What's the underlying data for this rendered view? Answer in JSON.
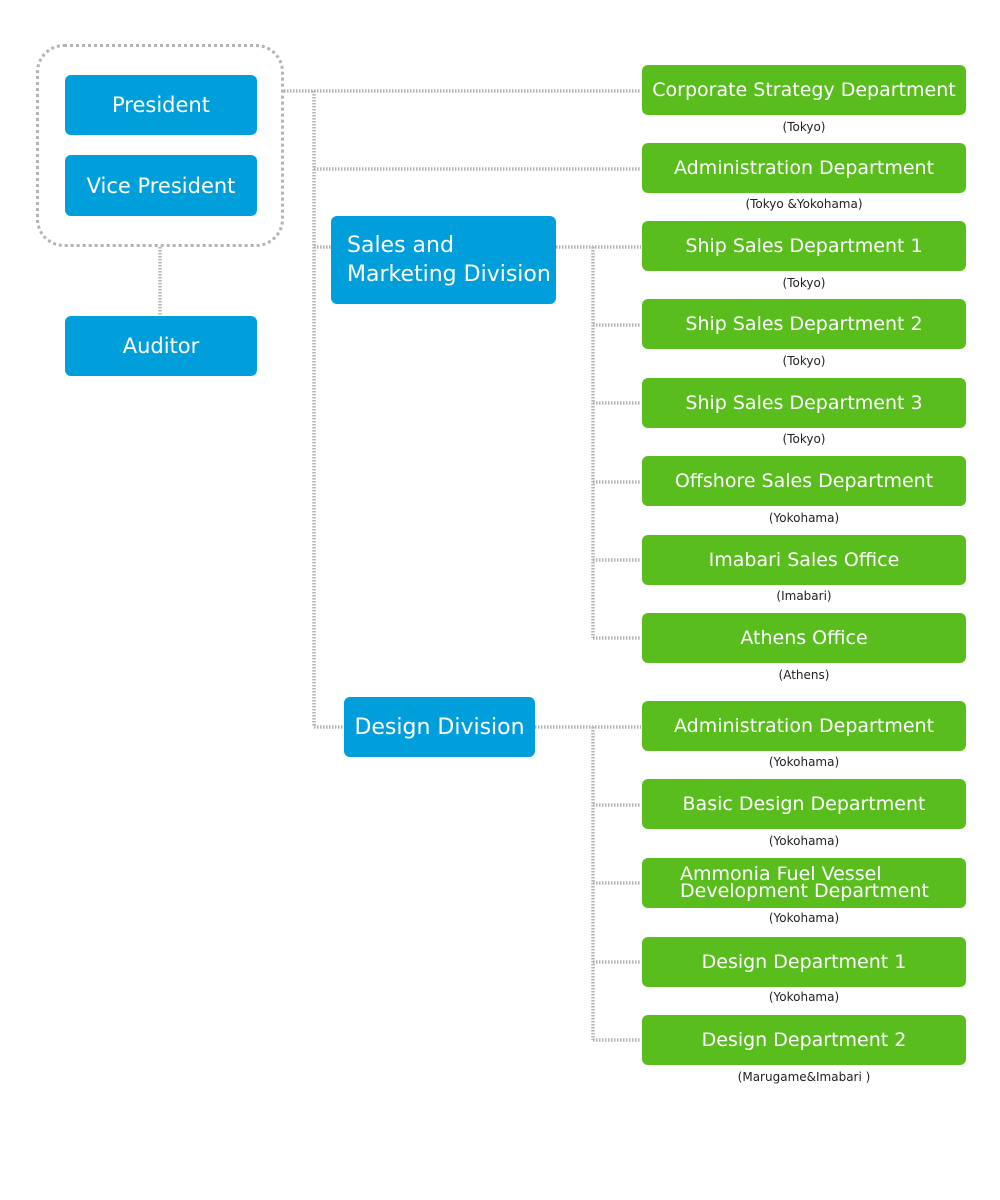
{
  "colors": {
    "executive_box": "#009fdb",
    "department_box": "#5abd1e",
    "connector": "#b3b3b3",
    "box_text": "#ffffff"
  },
  "executives": {
    "president": "President",
    "vice_president": "Vice President",
    "auditor": "Auditor"
  },
  "direct_departments": [
    {
      "name": "Corporate Strategy Department",
      "location": "(Tokyo)"
    },
    {
      "name": "Administration Department",
      "location": "(Tokyo &Yokohama)"
    }
  ],
  "divisions": [
    {
      "name_line1": "Sales and",
      "name_line2": "Marketing Division",
      "departments": [
        {
          "name": "Ship Sales Department 1",
          "location": "(Tokyo)"
        },
        {
          "name": "Ship Sales Department 2",
          "location": "(Tokyo)"
        },
        {
          "name": "Ship Sales Department 3",
          "location": "(Tokyo)"
        },
        {
          "name": "Offshore Sales Department",
          "location": "(Yokohama)"
        },
        {
          "name": "Imabari Sales Office",
          "location": "(Imabari)"
        },
        {
          "name": "Athens Office",
          "location": "(Athens)"
        }
      ]
    },
    {
      "name": "Design Division",
      "departments": [
        {
          "name": "Administration Department",
          "location": "(Yokohama)"
        },
        {
          "name": "Basic Design Department",
          "location": "(Yokohama)"
        },
        {
          "name_line1": "Ammonia Fuel Vessel",
          "name_line2": "Development Department",
          "location": "(Yokohama)"
        },
        {
          "name": "Design Department 1",
          "location": "(Yokohama)"
        },
        {
          "name": "Design Department 2",
          "location": "(Marugame&Imabari )"
        }
      ]
    }
  ]
}
